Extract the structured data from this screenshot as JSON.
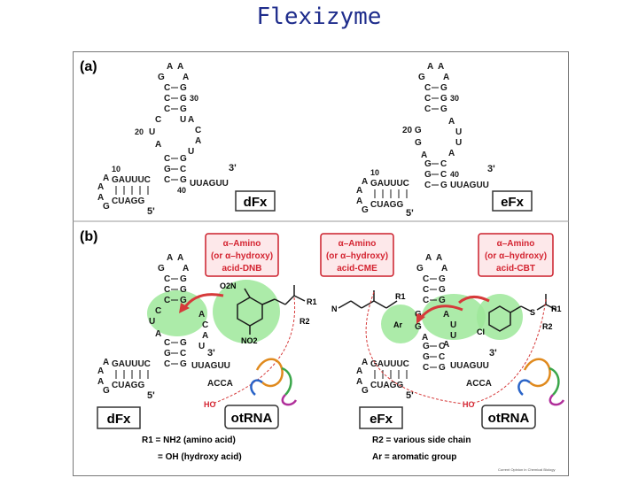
{
  "title": "Flexizyme",
  "panel_a": {
    "label": "(a)",
    "dfx": {
      "name": "dFx",
      "loop_top": [
        "A",
        "A"
      ],
      "loop_g": "G",
      "loop_a": "A",
      "stem1": [
        [
          "C",
          "G"
        ],
        [
          "C",
          "G"
        ],
        [
          "C",
          "G"
        ]
      ],
      "num30": "30",
      "u_right": "U",
      "left_c": "C",
      "num20": "20",
      "left_u": "U",
      "left_a": "A",
      "bulge": [
        "A",
        "C",
        "A",
        "U"
      ],
      "stem2": [
        [
          "C",
          "G"
        ],
        [
          "G",
          "C"
        ],
        [
          "C",
          "G"
        ]
      ],
      "num40": "40",
      "prime3": "3'",
      "tail3": "UUAGUU",
      "num10": "10",
      "strand_top": "GAUUUC",
      "loop_left": [
        "A",
        "A",
        "A",
        "G"
      ],
      "strand_bottom": "CUAGG",
      "prime5": "5'"
    },
    "efx": {
      "name": "eFx",
      "loop_top": [
        "A",
        "A"
      ],
      "loop_g": "G",
      "loop_a": "A",
      "stem1": [
        [
          "C",
          "G"
        ],
        [
          "C",
          "G"
        ],
        [
          "C",
          "G"
        ]
      ],
      "num30": "30",
      "left_20": "20 G",
      "left_g": "G",
      "left_a": "A",
      "bulge": [
        "A",
        "U",
        "U",
        "A"
      ],
      "stem2": [
        [
          "G",
          "C"
        ],
        [
          "G",
          "C"
        ],
        [
          "C",
          "G"
        ]
      ],
      "num40": "40",
      "prime3": "3'",
      "tail3": "UUAGUU",
      "num10": "10",
      "strand_top": "GAUUUC",
      "loop_left": [
        "A",
        "A",
        "A",
        "G"
      ],
      "strand_bottom": "CUAGG",
      "prime5": "5'"
    }
  },
  "panel_b": {
    "label": "(b)",
    "boxes": [
      {
        "line1": "α–Amino",
        "line2": "(or α–hydroxy)",
        "line3": "acid-DNB"
      },
      {
        "line1": "α–Amino",
        "line2": "(or α–hydroxy)",
        "line3": "acid-CME"
      },
      {
        "line1": "α–Amino",
        "line2": "(or α–hydroxy)",
        "line3": "acid-CBT"
      }
    ],
    "dfx_label": "dFx",
    "efx_label": "eFx",
    "otrna_label": "oẗRNA",
    "otrna_left": "otRNA",
    "otrna_right": "otRNA",
    "acca": "ACCA",
    "three_prime": "3'",
    "ho": "HO",
    "tail_dfx": "UUAGUU",
    "tail_efx": "UUAGUU",
    "o2n": "O2N",
    "no2": "NO2",
    "r1": "R1",
    "r2": "R2",
    "n": "N",
    "ar": "Ar",
    "cl": "Cl",
    "s": "S",
    "legend": {
      "r1_amino": "R1 = NH2 (amino acid)",
      "r1_hydroxy": "= OH  (hydroxy acid)",
      "r2": "R2 = various side chain",
      "ar": "Ar = aromatic group"
    },
    "credit": "Current Opinion in Chemical Biology"
  },
  "colors": {
    "title": "#1f2d8c",
    "box_border": "#cc1f2b",
    "box_fill": "#fde8ea",
    "box_text": "#d42431",
    "highlight": "#9ee89a",
    "arrow": "#d63a3a",
    "nucleotide": "#1a1a1a"
  }
}
